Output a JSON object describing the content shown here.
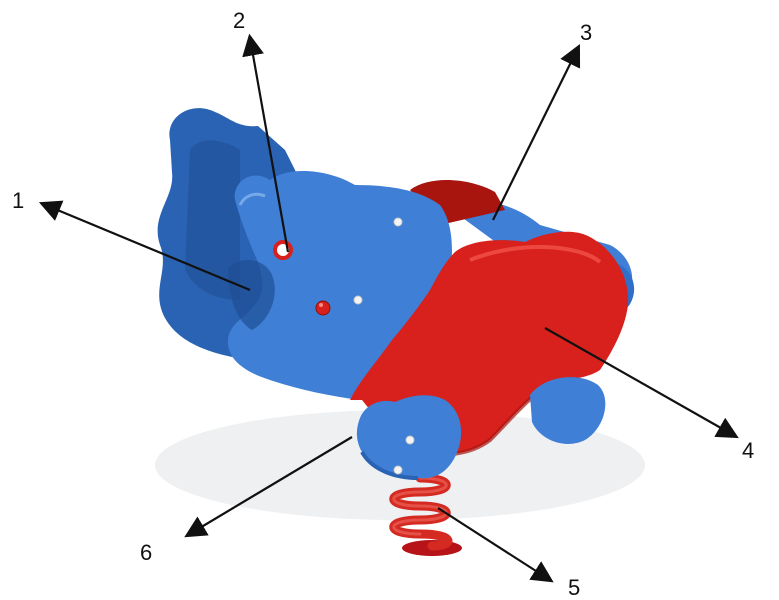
{
  "diagram": {
    "callouts": [
      {
        "id": "c1",
        "label": "1"
      },
      {
        "id": "c2",
        "label": "2"
      },
      {
        "id": "c3",
        "label": "3"
      },
      {
        "id": "c4",
        "label": "4"
      },
      {
        "id": "c5",
        "label": "5"
      },
      {
        "id": "c6",
        "label": "6"
      }
    ]
  },
  "colors": {
    "blue_body": "#3f7fd6",
    "blue_dark": "#2a63b3",
    "blue_light": "#6aa2ea",
    "red_body": "#d8201c",
    "red_dark": "#a8150f",
    "arrow": "#111111",
    "shadow": "#e9eaec"
  }
}
